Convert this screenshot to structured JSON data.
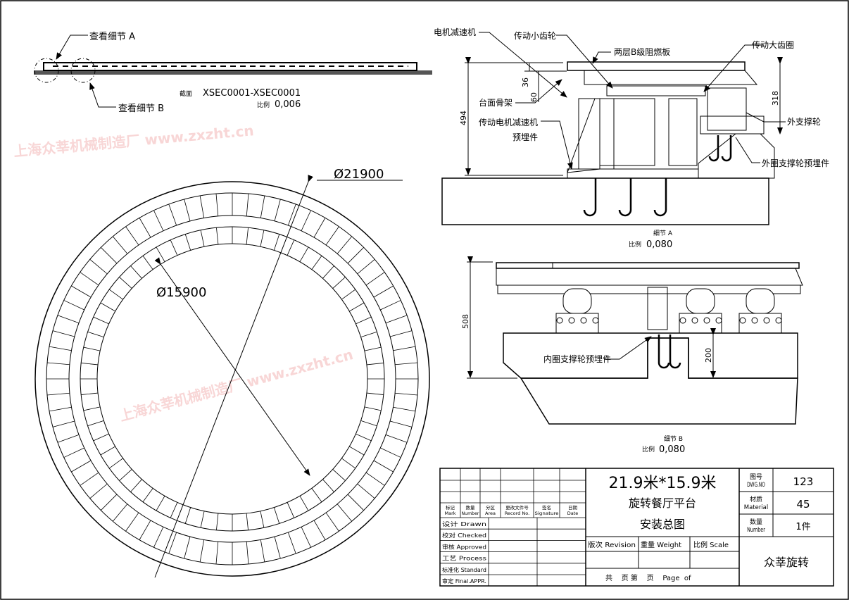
{
  "overview": {
    "detail_a_callout": "查看细节 A",
    "detail_b_callout": "查看细节 B",
    "section_label": "截面",
    "section_name": "XSEC0001-XSEC0001",
    "scale_label": "比例",
    "scale_value": "0,006"
  },
  "plan": {
    "outer_diameter": "Ø21900",
    "inner_diameter": "Ø15900"
  },
  "detail_a": {
    "labels": {
      "motor_reducer": "电机减速机",
      "small_gear": "传动小齿轮",
      "fire_board": "两层B级阻燃板",
      "big_gear_ring": "传动大齿圈",
      "frame": "台面骨架",
      "motor_embed_1": "传动电机减速机",
      "motor_embed_2": "预埋件",
      "outer_wheel": "外支撑轮",
      "outer_wheel_embed": "外圈支撑轮预埋件"
    },
    "dims": {
      "total": "494",
      "d36": "36",
      "d60": "60",
      "d318": "318"
    },
    "title": "细节 A",
    "scale_label": "比例",
    "scale_value": "0,080"
  },
  "detail_b": {
    "labels": {
      "inner_wheel_embed": "内圈支撑轮预埋件"
    },
    "dims": {
      "total": "508",
      "d200": "200"
    },
    "title": "细节 B",
    "scale_label": "比例",
    "scale_value": "0,080"
  },
  "title_block": {
    "rev_headers": [
      "标记 Mark",
      "数量 Number",
      "分区 Area",
      "更改文件号 Record No.",
      "签名 Signature",
      "日期 Date"
    ],
    "roles": [
      "设计 Drawn",
      "校对 Checked",
      "审核 Approved",
      "工艺 Process",
      "标准化 Standard",
      "审定 Final.APPR."
    ],
    "size": "21.9米*15.9米",
    "name1": "旋转餐厅平台",
    "name2": "安装总图",
    "revision": "版次 Revision",
    "weight": "重量 Weight",
    "scale": "比例 Scale",
    "page": "共    页 第    页    Page  of",
    "dwg_label": "图号 DWG.NO",
    "dwg_no": "123",
    "material_label": "材质 Material",
    "material": "45",
    "number_label": "数量 Number",
    "number": "1件",
    "company": "众莘旋转"
  },
  "watermark": "上海众莘机械制造厂 www.zxzht.cn"
}
